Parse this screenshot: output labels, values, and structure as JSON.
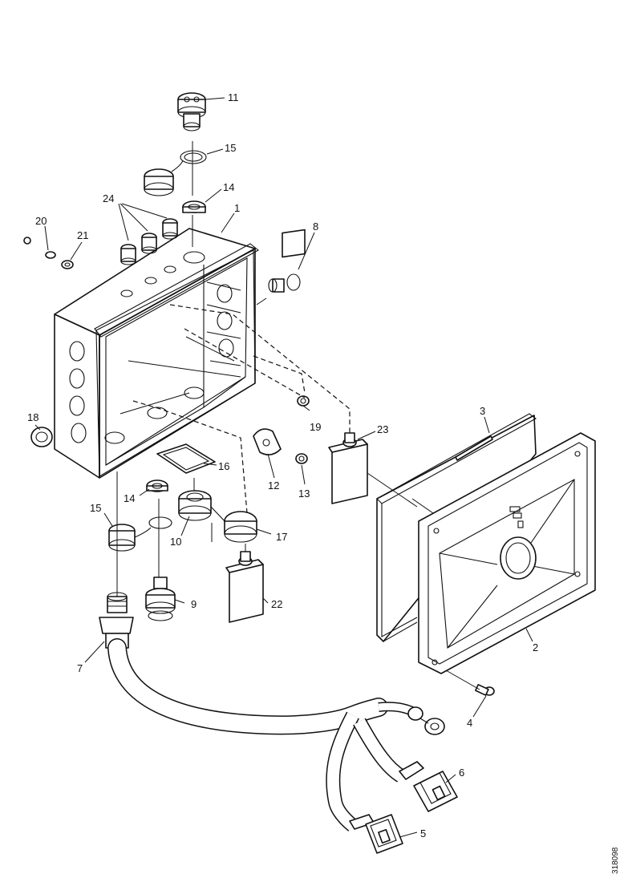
{
  "callouts": [
    {
      "id": "c11",
      "text": "11"
    },
    {
      "id": "c15a",
      "text": "15"
    },
    {
      "id": "c14a",
      "text": "14"
    },
    {
      "id": "c24",
      "text": "24"
    },
    {
      "id": "c1",
      "text": "1"
    },
    {
      "id": "c20",
      "text": "20"
    },
    {
      "id": "c21",
      "text": "21"
    },
    {
      "id": "c8",
      "text": "8"
    },
    {
      "id": "c19",
      "text": "19"
    },
    {
      "id": "c23",
      "text": "23"
    },
    {
      "id": "c3",
      "text": "3"
    },
    {
      "id": "c18",
      "text": "18"
    },
    {
      "id": "c16",
      "text": "16"
    },
    {
      "id": "c12",
      "text": "12"
    },
    {
      "id": "c13",
      "text": "13"
    },
    {
      "id": "c14b",
      "text": "14"
    },
    {
      "id": "c15b",
      "text": "15"
    },
    {
      "id": "c10",
      "text": "10"
    },
    {
      "id": "c17",
      "text": "17"
    },
    {
      "id": "c9",
      "text": "9"
    },
    {
      "id": "c22",
      "text": "22"
    },
    {
      "id": "c7",
      "text": "7"
    },
    {
      "id": "c2",
      "text": "2"
    },
    {
      "id": "c4",
      "text": "4"
    },
    {
      "id": "c6",
      "text": "6"
    },
    {
      "id": "c5",
      "text": "5"
    }
  ],
  "drawing_number": "318098"
}
